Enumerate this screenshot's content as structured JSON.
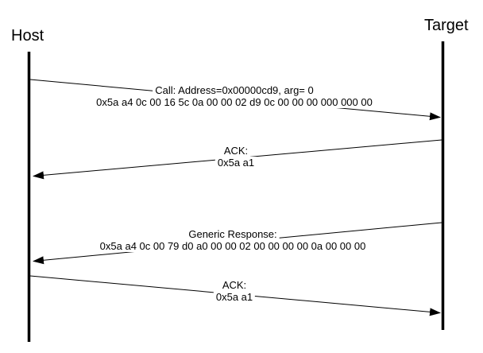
{
  "diagram": {
    "type": "sequence",
    "actors": [
      {
        "name": "Host"
      },
      {
        "name": "Target"
      }
    ],
    "messages": [
      {
        "from": "Host",
        "to": "Target",
        "label": "Call: Address=0x00000cd9, arg= 0",
        "bytes": "0x5a a4 0c 00 16 5c 0a 00 00 02 d9 0c 00 00 00 000 000 00"
      },
      {
        "from": "Target",
        "to": "Host",
        "label": "ACK:",
        "bytes": "0x5a a1"
      },
      {
        "from": "Target",
        "to": "Host",
        "label": "Generic Response:",
        "bytes": "0x5a a4 0c 00 79 d0 a0 00 00 02 00 00 00 00 0a 00 00 00"
      },
      {
        "from": "Host",
        "to": "Target",
        "label": "ACK:",
        "bytes": "0x5a a1"
      }
    ],
    "colors": {
      "line": "#000000",
      "text": "#000000",
      "background": "#ffffff"
    }
  }
}
